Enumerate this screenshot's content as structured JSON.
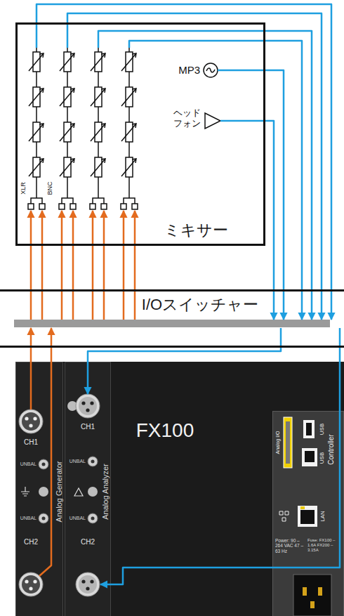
{
  "diagram": {
    "nodes": [
      {
        "text": [
          "ミキサー"
        ]
      },
      {
        "text": [
          "I/Oスイッチャー"
        ]
      },
      {
        "text": [
          "FX100"
        ]
      },
      {
        "text": [
          "Analog Generator"
        ],
        "in": 2
      },
      {
        "text": [
          "Analog Analyzer"
        ],
        "in": 2
      },
      {
        "text": [
          "Controller"
        ],
        "in": 2
      }
    ],
    "edges": [
      {
        "from": 1,
        "to": 0,
        "arrow": "to"
      },
      {
        "from": 1,
        "to": 0,
        "arrow": "to"
      },
      {
        "from": 1,
        "to": 0,
        "arrow": "to"
      },
      {
        "from": 1,
        "to": 0,
        "arrow": "to"
      },
      {
        "from": 1,
        "to": 0,
        "arrow": "to"
      },
      {
        "from": 1,
        "to": 0,
        "arrow": "to"
      },
      {
        "from": 1,
        "to": 0,
        "arrow": "to"
      },
      {
        "from": 1,
        "to": 0,
        "arrow": "to"
      },
      {
        "from": 3,
        "to": 1,
        "arrow": "to"
      },
      {
        "from": 3,
        "to": 1,
        "arrow": "to"
      },
      {
        "from": 0,
        "to": 1,
        "arrow": "to"
      },
      {
        "from": 0,
        "to": 1,
        "arrow": "to"
      },
      {
        "from": 0,
        "to": 1,
        "arrow": "to"
      },
      {
        "from": 0,
        "to": 1,
        "arrow": "to"
      },
      {
        "from": 0,
        "to": 1,
        "arrow": "to"
      },
      {
        "from": 0,
        "to": 1,
        "arrow": "to"
      },
      {
        "from": 1,
        "to": 4,
        "arrow": "to"
      },
      {
        "from": 1,
        "to": 4,
        "arrow": "to"
      }
    ],
    "labels": [
      "XLR",
      "BNC",
      "MP3",
      "ヘッド フォン",
      "CH1",
      "UNBAL",
      "UNBAL",
      "CH2",
      "CH1",
      "UNBAL",
      "UNBAL",
      "CH2",
      "USB",
      "USB",
      "LAN",
      "Analog I/O",
      "Power: 90 – 264 VAC 47 – 63 Hz",
      "Fuse: FX100 –1.6A FX200 –3.15A"
    ]
  }
}
